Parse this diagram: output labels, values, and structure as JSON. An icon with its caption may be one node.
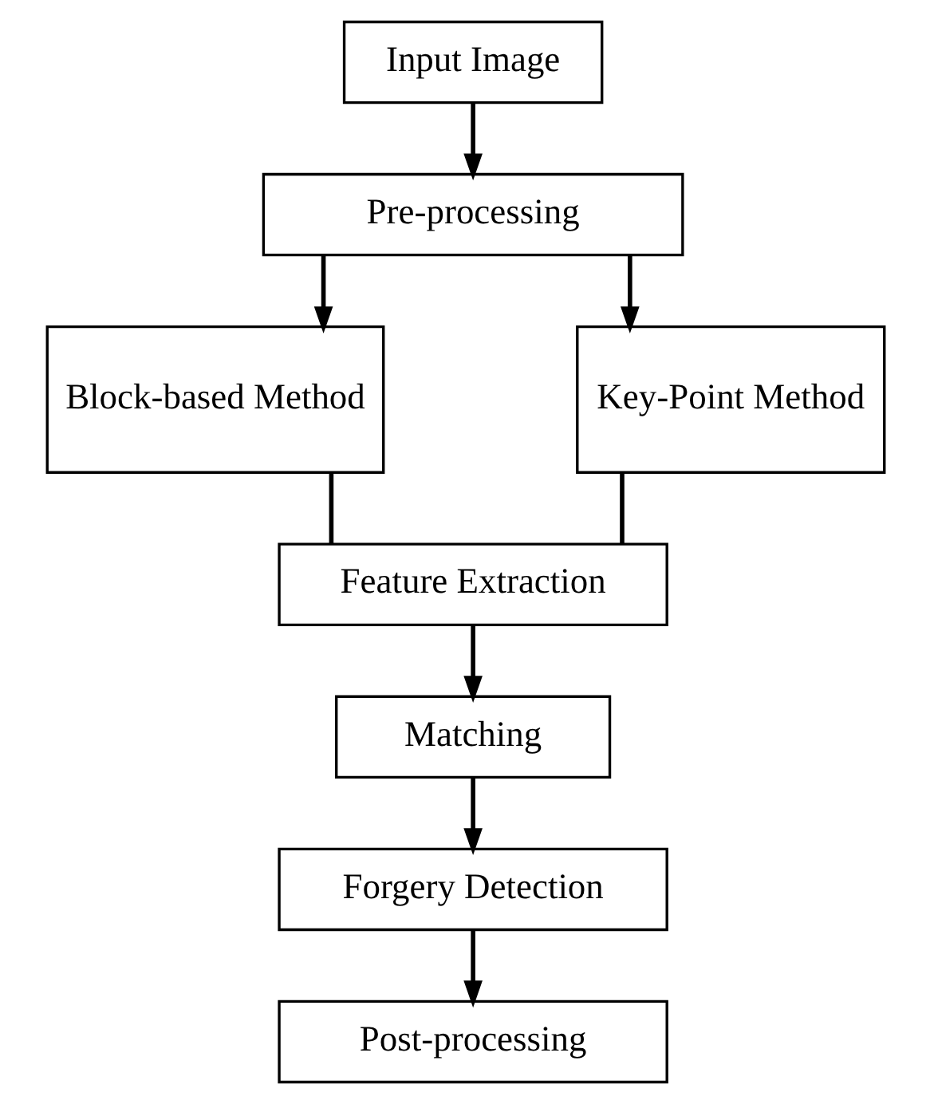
{
  "diagram": {
    "nodes": [
      {
        "text": [
          "Input Image"
        ]
      },
      {
        "text": [
          "Pre-processing"
        ]
      },
      {
        "text": [
          "Block-based Method"
        ]
      },
      {
        "text": [
          "Key-Point Method"
        ]
      },
      {
        "text": [
          "Feature Extraction"
        ]
      },
      {
        "text": [
          "Matching"
        ]
      },
      {
        "text": [
          "Forgery Detection"
        ]
      },
      {
        "text": [
          "Post-processing"
        ]
      }
    ],
    "edges": [
      {
        "from": 0,
        "to": 1,
        "arrow": "to"
      },
      {
        "from": 1,
        "to": 2,
        "arrow": "to"
      },
      {
        "from": 1,
        "to": 3,
        "arrow": "to"
      },
      {
        "from": 2,
        "to": 4,
        "arrow": "none"
      },
      {
        "from": 3,
        "to": 4,
        "arrow": "none"
      },
      {
        "from": 4,
        "to": 5,
        "arrow": "to"
      },
      {
        "from": 5,
        "to": 6,
        "arrow": "to"
      },
      {
        "from": 6,
        "to": 7,
        "arrow": "to"
      }
    ]
  }
}
